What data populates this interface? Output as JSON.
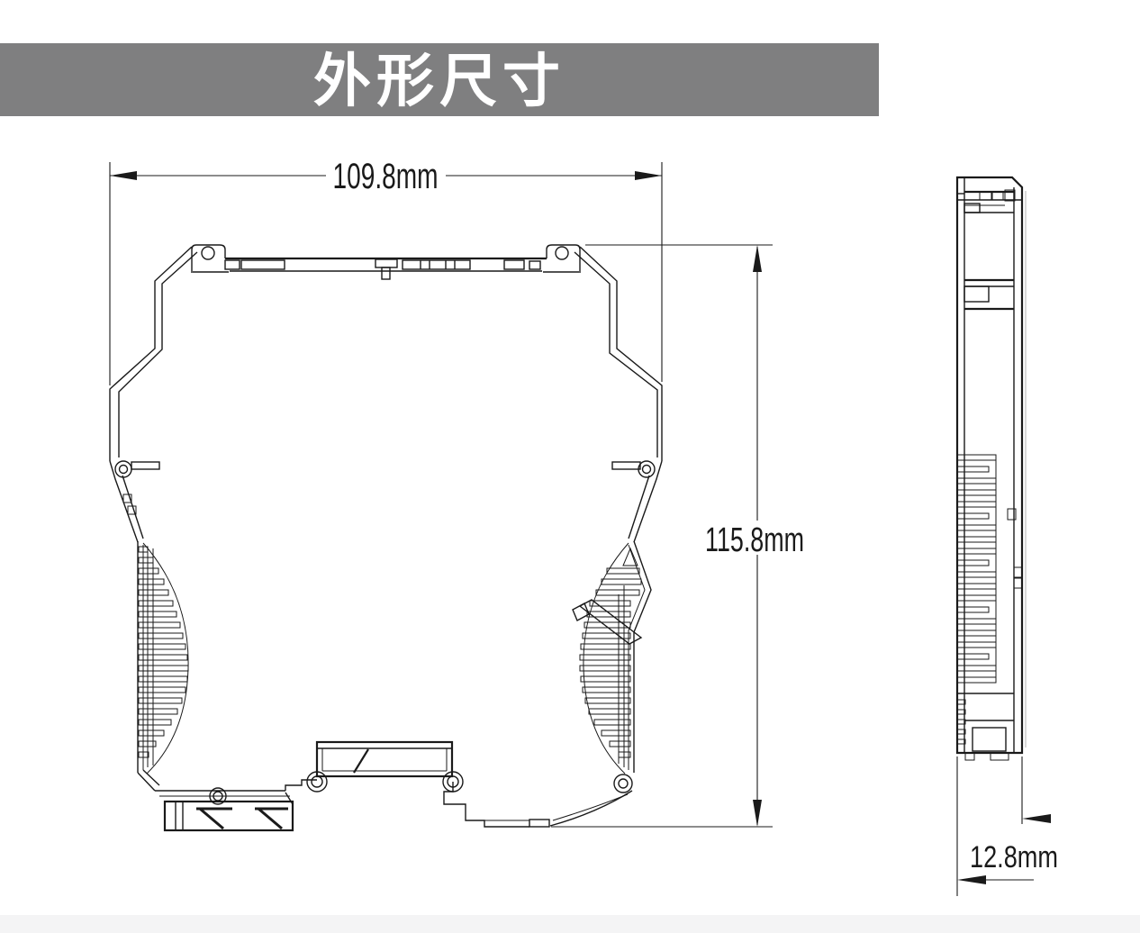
{
  "banner": {
    "title": "外形尺寸"
  },
  "colors": {
    "banner_bg": "#7f7f80",
    "banner_text": "#ffffff",
    "line": "#1a1a1a",
    "page_bg": "#ffffff",
    "footer_strip": "#f4f4f5"
  },
  "front_view": {
    "name": "front view of DIN-rail module",
    "width_label": "109.8mm",
    "height_label": "115.8mm"
  },
  "side_view": {
    "name": "side view of DIN-rail module",
    "thickness_label": "12.8mm"
  }
}
